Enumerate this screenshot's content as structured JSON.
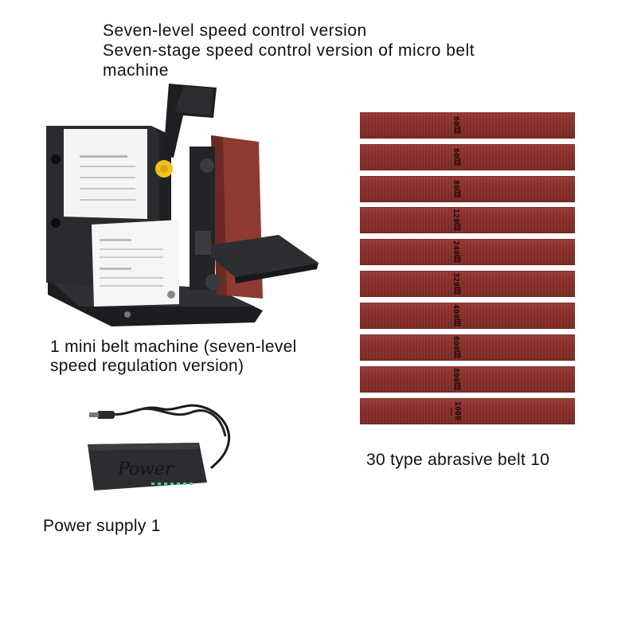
{
  "title": {
    "line1": "Seven-level speed control version",
    "line2": "Seven-stage speed control version of micro belt",
    "line3": "machine"
  },
  "captions": {
    "machine": "1 mini belt machine (seven-level speed regulation version)",
    "power": "Power supply 1",
    "belts": "30 type abrasive belt 10"
  },
  "adapter_label": "Power",
  "belts": [
    {
      "grit": "60目"
    },
    {
      "grit": "60目"
    },
    {
      "grit": "80目"
    },
    {
      "grit": "120目"
    },
    {
      "grit": "240目"
    },
    {
      "grit": "320目"
    },
    {
      "grit": "400目"
    },
    {
      "grit": "600目"
    },
    {
      "grit": "800目"
    },
    {
      "grit": "1000目"
    }
  ],
  "colors": {
    "belt": "#8a2f2b",
    "machine_body": "#2a2b2e",
    "adapter": "#2b2d30"
  }
}
